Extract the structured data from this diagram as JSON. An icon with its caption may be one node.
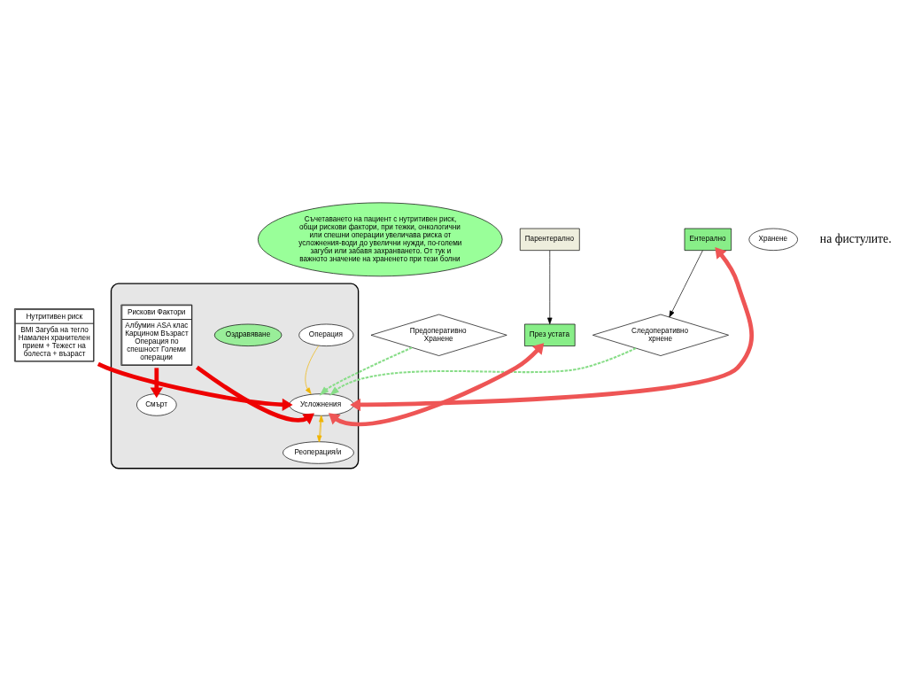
{
  "diagram": {
    "nodes": [
      {
        "text": [
          "Съчетаването на пациент с нутритивен риск, общи рискови фактори, при тежки, онкологични или спешни операции увеличава риска от усложнения-води до увелични нужди, по-големи загуби или забавя захранването. От тук и важното значение на храненето при тези болни"
        ]
      },
      {
        "text": [
          "Нутритивен риск",
          "BMI Загуба на тегло Намален хранителен прием + Тежест на болеста + възраст"
        ]
      },
      {
        "text": [
          "Хранене"
        ]
      },
      {
        "text": [],
        "shape": "cloud"
      },
      {
        "text": [
          "Операция"
        ],
        "in": 3
      },
      {
        "text": [
          "Оздравяване"
        ],
        "in": 3
      },
      {
        "text": [
          "Рискови Фактори",
          "Албумин ASA клас Карцином Възраст Операция по спешност Големи операции"
        ],
        "in": 3
      },
      {
        "text": [
          "Смърт"
        ],
        "in": 3
      },
      {
        "text": [
          "Усложнения"
        ],
        "in": 3
      },
      {
        "text": [
          "Реоперация/и"
        ],
        "in": 3
      },
      {
        "text": [
          "Предоперативно Хранене"
        ]
      },
      {
        "text": [
          "Парентерално"
        ]
      },
      {
        "text": [
          "Ентерално"
        ]
      },
      {
        "text": [
          "Следоперативно хрнене"
        ]
      },
      {
        "text": [
          "През устата"
        ]
      }
    ],
    "edges": [
      {
        "from": 1,
        "to": 8,
        "arrow": "to",
        "style": "thick",
        "color": "#ee0000"
      },
      {
        "from": 4,
        "to": 8,
        "arrow": "to",
        "color": "#f0b400"
      },
      {
        "from": 8,
        "to": 9,
        "arrow": "to",
        "color": "#f0b400"
      },
      {
        "from": 9,
        "to": 8,
        "arrow": "to",
        "color": "#f0b400"
      },
      {
        "from": 6,
        "to": 7,
        "arrow": "to",
        "style": "thick",
        "color": "#ee0000"
      },
      {
        "from": 6,
        "to": 8,
        "arrow": "to",
        "style": "thick",
        "color": "#ee0000"
      },
      {
        "from": 10,
        "to": 8,
        "arrow": "to",
        "style": "dashed",
        "color": "#88dd88"
      },
      {
        "from": 13,
        "to": 8,
        "arrow": "to",
        "style": "dashed",
        "color": "#88dd88"
      },
      {
        "from": 12,
        "to": 8,
        "arrow": "both",
        "style": "thick",
        "color": "#ee5555"
      },
      {
        "from": 14,
        "to": 8,
        "arrow": "both",
        "style": "thick",
        "color": "#ee5555"
      },
      {
        "from": 11,
        "to": 14,
        "arrow": "to",
        "color": "#000000"
      },
      {
        "from": 12,
        "to": 13,
        "arrow": "to",
        "color": "#000000"
      }
    ],
    "labels": [
      "на фистулите."
    ]
  }
}
